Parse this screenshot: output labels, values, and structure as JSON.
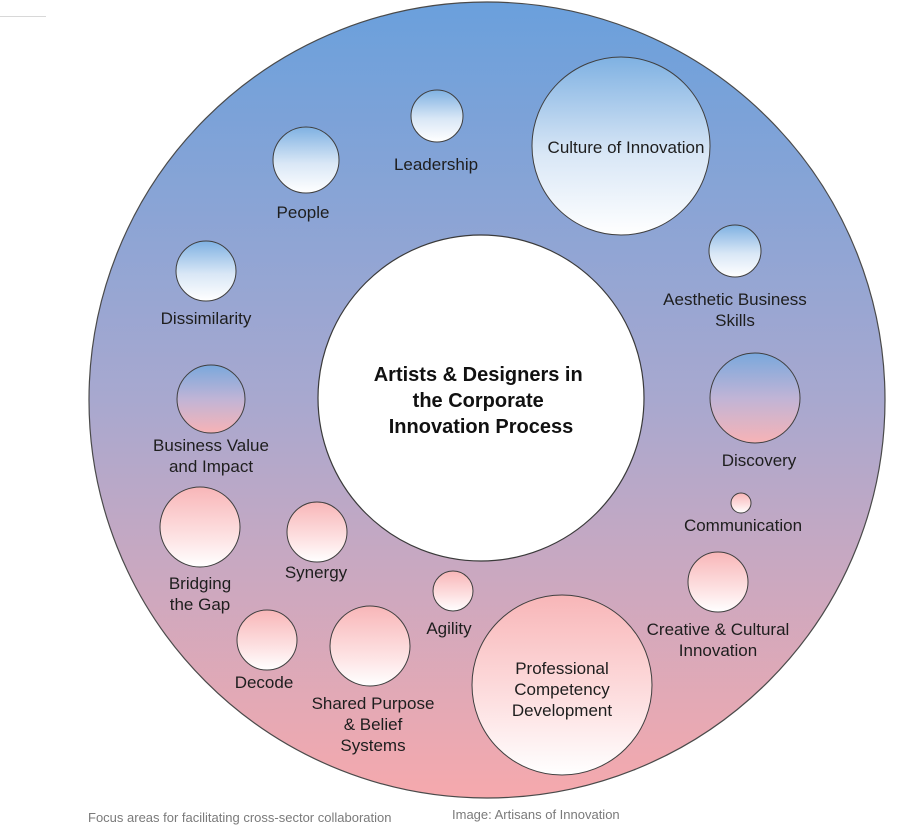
{
  "diagram": {
    "center_title": [
      "Artists & Designers in",
      "the Corporate",
      "Innovation Process"
    ],
    "nodes": [
      {
        "id": "culture-of-innovation",
        "lines": [
          "Culture of Innovation"
        ],
        "fill": "blue"
      },
      {
        "id": "leadership",
        "lines": [
          "Leadership"
        ],
        "fill": "blue"
      },
      {
        "id": "people",
        "lines": [
          "People"
        ],
        "fill": "blue"
      },
      {
        "id": "dissimilarity",
        "lines": [
          "Dissimilarity"
        ],
        "fill": "blue"
      },
      {
        "id": "aesthetic-business-skills",
        "lines": [
          "Aesthetic Business",
          "Skills"
        ],
        "fill": "blue"
      },
      {
        "id": "business-value-and-impact",
        "lines": [
          "Business Value",
          "and Impact"
        ],
        "fill": "blue-pink"
      },
      {
        "id": "discovery",
        "lines": [
          "Discovery"
        ],
        "fill": "blue-pink"
      },
      {
        "id": "communication",
        "lines": [
          "Communication"
        ],
        "fill": "pink"
      },
      {
        "id": "bridging-the-gap",
        "lines": [
          "Bridging",
          "the Gap"
        ],
        "fill": "pink"
      },
      {
        "id": "synergy",
        "lines": [
          "Synergy"
        ],
        "fill": "pink"
      },
      {
        "id": "agility",
        "lines": [
          "Agility"
        ],
        "fill": "pink"
      },
      {
        "id": "creative-and-cultural-innovation",
        "lines": [
          "Creative & Cultural",
          "Innovation"
        ],
        "fill": "pink"
      },
      {
        "id": "decode",
        "lines": [
          "Decode"
        ],
        "fill": "pink"
      },
      {
        "id": "shared-purpose-and-belief-systems",
        "lines": [
          "Shared Purpose",
          "& Belief",
          "Systems"
        ],
        "fill": "pink"
      },
      {
        "id": "professional-competency-development",
        "lines": [
          "Professional",
          "Competency",
          "Development"
        ],
        "fill": "pink"
      }
    ],
    "colors": {
      "ring_top": "#6aa0dc",
      "ring_mid": "#a8a8cf",
      "ring_bottom": "#f6a9ad",
      "bubble_white": "#ffffff",
      "bubble_blue": "#7fb1e2",
      "bubble_pink": "#f8b6b8"
    }
  },
  "captions": {
    "left": "Focus areas for facilitating cross-sector collaboration",
    "right": "Image: Artisans of Innovation"
  }
}
